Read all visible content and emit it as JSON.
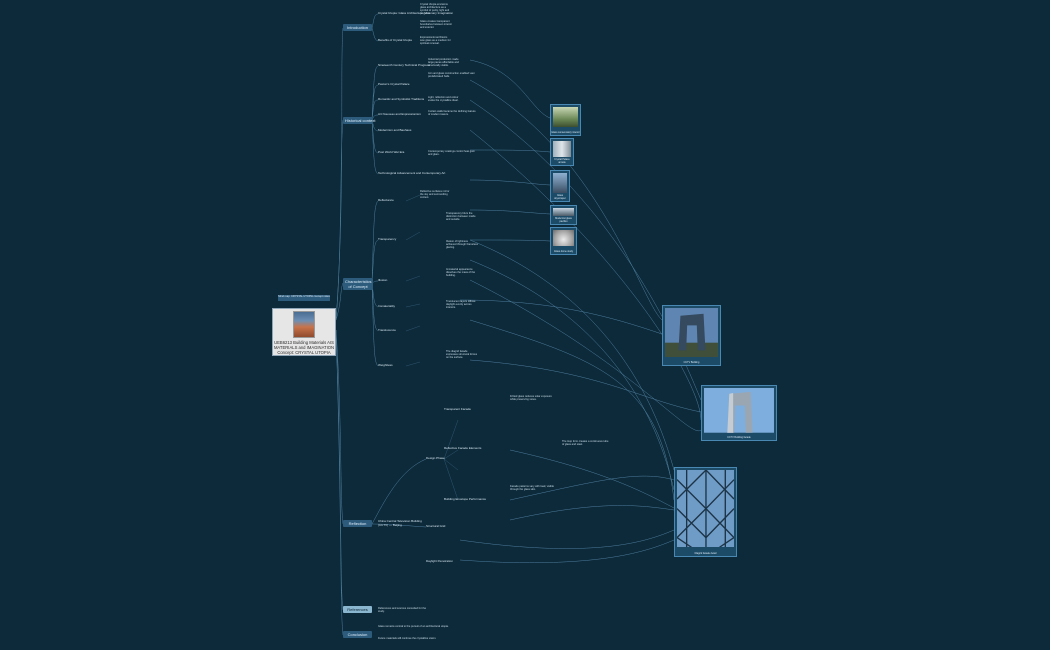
{
  "root": {
    "banner": "Mind map: CRYSTAL UTOPIA concept notes",
    "title": "UEB6213 Building Materials AIS MATERIALS and IMAGINATION Concept: CRYSTAL UTOPIA"
  },
  "branches": {
    "introduction": "Introduction",
    "historical_context": "Historical context",
    "characteristics": "Characteristics of Concept",
    "reflection": "Reflection",
    "references": "References",
    "conclusion": "Conclusion"
  },
  "sub_topics": {
    "intro_1": "Crystal Utopia: Glass Architecture, Visionary Imagination",
    "intro_2": "Benefits of Crystal Utopia",
    "hist_1": "Nineteenth Century Technical Progress",
    "hist_2": "Paxton's Crystal Palace",
    "hist_3": "Romantic and Symbolist Traditions",
    "hist_4": "Art Nouveau and Expressionism",
    "hist_5": "Modernism and Bauhaus",
    "hist_6": "Post World War Era",
    "hist_7": "Technological Advancement and Contemporary Art",
    "char_1": "Reflectance",
    "char_2": "Transparency",
    "char_3": "Illusion",
    "char_4": "Immateriality",
    "char_5": "Translucence",
    "char_6": "Weightless",
    "refl_main": "China Central Television Building (CCTV) — Beijing",
    "refl_1": "Design Phase",
    "refl_2": "Transparent Facade",
    "refl_3": "Reflective Facade Elements",
    "refl_4": "Building Envelope Performance",
    "refl_5": "Structural Grid",
    "refl_6": "Daylight Penetration"
  },
  "notes": {
    "n1": "Crystal Utopia envisions glass architecture as a symbol of purity, light and progress.",
    "n2": "Glass creates transparent boundaries between interior and exterior.",
    "n3": "Expressionist architects saw glass as a medium for spiritual renewal.",
    "n4": "Industrial production made large panes affordable and structurally viable.",
    "n5": "Iron and glass construction enabled vast prefabricated halls.",
    "n6": "Light, reflection and colour evoke the crystalline ideal.",
    "n7": "Curtain walls became the defining feature of modern towers.",
    "n8": "Contemporary coatings control heat gain and glare.",
    "n9": "Reflective surfaces mirror the sky and surrounding context.",
    "n10": "Transparency blurs the distinction between inside and outside.",
    "n11": "Illusion of lightness achieved through frameless glazing.",
    "n12": "Immaterial appearance dissolves the mass of the building.",
    "n13": "Translucent layers diffuse daylight evenly across interiors.",
    "n14": "The diagrid facade expresses structural forces on the surface.",
    "n15": "Fritted glass reduces solar exposure while preserving views.",
    "n16": "The loop form creates a continuous tube of glass and steel.",
    "n17": "Facade patterns vary with load, visible through the glass skin.",
    "n18": "References and sources consulted for the study.",
    "n19": "Glass remains central to the pursuit of an architectural utopia.",
    "n20": "Future materials will continue the crystalline vision."
  },
  "photos": {
    "p1": "Glass conservatory interior",
    "p2": "Crystal Palace arcade",
    "p3": "Glass skyscraper",
    "p4": "Modernist glass pavilion",
    "p5": "Glass dome study",
    "p6": "CCTV Building",
    "p7": "CCTV Building facade",
    "p8": "Diagrid facade detail"
  },
  "colors": {
    "background": "#0d2a3a",
    "node": "#2c5b7c",
    "node_highlight": "#8ab6cf",
    "connector": "#5f95b8"
  }
}
